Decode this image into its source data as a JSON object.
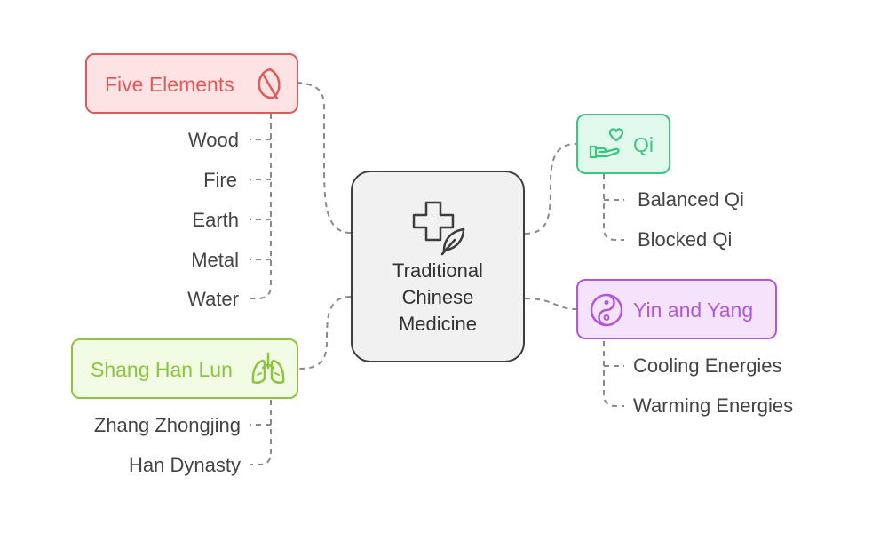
{
  "center": {
    "title_lines": [
      "Traditional",
      "Chinese",
      "Medicine"
    ],
    "icons": [
      "medical-cross-icon",
      "leaf-icon"
    ]
  },
  "branches": {
    "five_elements": {
      "label": "Five Elements",
      "icon": "leaf-icon",
      "color": "#e05a5a",
      "fill": "#fde3e3",
      "items": [
        "Wood",
        "Fire",
        "Earth",
        "Metal",
        "Water"
      ]
    },
    "shang_han_lun": {
      "label": "Shang Han Lun",
      "icon": "lungs-icon",
      "color": "#8cc43c",
      "fill": "#f2fbe3",
      "items": [
        "Zhang Zhongjing",
        "Han Dynasty"
      ]
    },
    "qi": {
      "label": "Qi",
      "icon": "heart-hand-icon",
      "color": "#3cc481",
      "fill": "#e1f8ec",
      "items": [
        "Balanced Qi",
        "Blocked Qi"
      ]
    },
    "yin_yang": {
      "label": "Yin and Yang",
      "icon": "yin-yang-icon",
      "color": "#b157d6",
      "fill": "#f5e3fb",
      "items": [
        "Cooling Energies",
        "Warming Energies"
      ]
    }
  }
}
